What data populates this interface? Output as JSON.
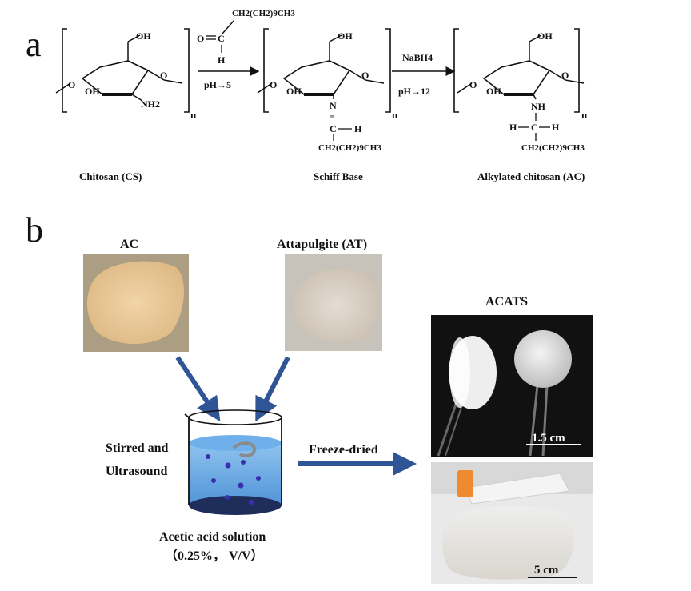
{
  "panel_a": {
    "letter": "a",
    "aldehyde_chain": "CH2(CH2)9CH3",
    "aldehyde_o": "O",
    "aldehyde_c": "C",
    "aldehyde_h": "H",
    "arrow1_condition": "pH→5",
    "arrow2_reagent": "NaBH4",
    "arrow2_condition": "pH→12",
    "cs": {
      "oh_top": "OH",
      "oh_left": "OH",
      "amine": "NH2",
      "n": "n",
      "caption": "Chitosan (CS)"
    },
    "sb": {
      "oh_top": "OH",
      "oh_left": "OH",
      "n_atom": "N",
      "eq": "=",
      "c_atom": "C",
      "h_atom": "H",
      "chain": "CH2(CH2)9CH3",
      "n": "n",
      "caption": "Schiff Base"
    },
    "ac": {
      "oh_top": "OH",
      "oh_left": "OH",
      "nh": "NH",
      "h_left": "H",
      "c_atom": "C",
      "h_right": "H",
      "chain": "CH2(CH2)9CH3",
      "n": "n",
      "caption": "Alkylated chitosan (AC)"
    }
  },
  "panel_b": {
    "letter": "b",
    "ac_label": "AC",
    "at_label": "Attapulgite (AT)",
    "acats_label": "ACATS",
    "stir_line1": "Stirred and",
    "stir_line2": "Ultrasound",
    "freeze_label": "Freeze-dried",
    "solution_line1": "Acetic acid solution",
    "solution_line2": "（0.25%， V/V）",
    "scale1": "1.5 cm",
    "scale2": "5 cm"
  },
  "colors": {
    "arrow_blue": "#2f5597",
    "liquid": "#5b9bd5",
    "particle": "#3a2fb0",
    "ac_powder": "#e8c79a",
    "at_powder": "#d8d0c4",
    "photo_dark": "#111111",
    "photo_light": "#e9e9e9"
  }
}
